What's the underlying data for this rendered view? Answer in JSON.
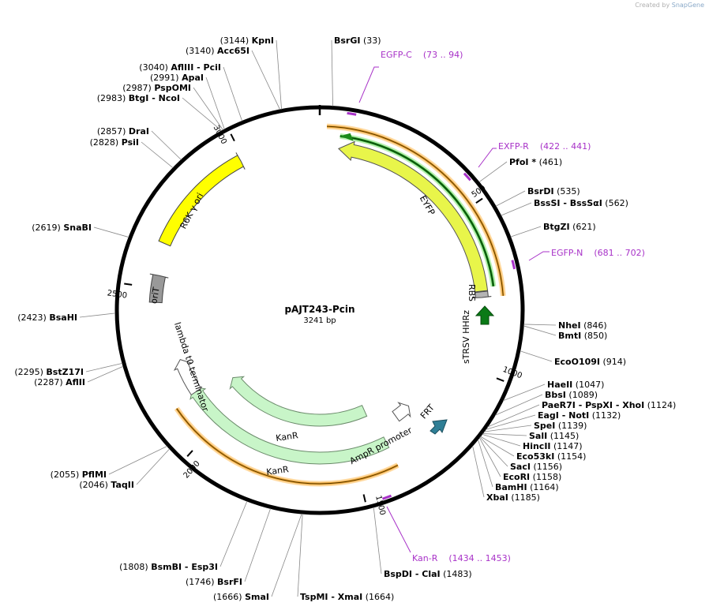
{
  "credit": {
    "prefix": "Created by",
    "brand": "SnapGene"
  },
  "plasmid": {
    "name": "pAJT243-Pcin",
    "length_text": "3241 bp",
    "length": 3241
  },
  "ticks": [
    {
      "bp": 500,
      "label": "500"
    },
    {
      "bp": 1000,
      "label": "1000"
    },
    {
      "bp": 1500,
      "label": "1500"
    },
    {
      "bp": 2000,
      "label": "2000"
    },
    {
      "bp": 2500,
      "label": "2500"
    },
    {
      "bp": 3000,
      "label": "3000"
    }
  ],
  "sites": [
    {
      "text_pos": "(3144)",
      "names": [
        "KpnI"
      ],
      "bp": 3144
    },
    {
      "text_pos": "(3140)",
      "names": [
        "Acc65I"
      ],
      "bp": 3140
    },
    {
      "text_pos": "(3040)",
      "names": [
        "AflIII",
        "PciI"
      ],
      "bp": 3040
    },
    {
      "text_pos": "(2991)",
      "names": [
        "ApaI"
      ],
      "bp": 2991
    },
    {
      "text_pos": "(2987)",
      "names": [
        "PspOMI"
      ],
      "bp": 2987
    },
    {
      "text_pos": "(2983)",
      "names": [
        "BtgI",
        "NcoI"
      ],
      "bp": 2983
    },
    {
      "text_pos": "(2857)",
      "names": [
        "DraI"
      ],
      "bp": 2857
    },
    {
      "text_pos": "(2828)",
      "names": [
        "PsiI"
      ],
      "bp": 2828
    },
    {
      "text_pos": "(2619)",
      "names": [
        "SnaBI"
      ],
      "bp": 2619
    },
    {
      "text_pos": "(2423)",
      "names": [
        "BsaHI"
      ],
      "bp": 2423
    },
    {
      "text_pos": "(2295)",
      "names": [
        "BstZ17I"
      ],
      "bp": 2295
    },
    {
      "text_pos": "(2287)",
      "names": [
        "AflII"
      ],
      "bp": 2287
    },
    {
      "text_pos": "(2055)",
      "names": [
        "PflMI"
      ],
      "bp": 2055
    },
    {
      "text_pos": "(2046)",
      "names": [
        "TaqII"
      ],
      "bp": 2046
    },
    {
      "text_pos": "(1808)",
      "names": [
        "BsmBI",
        "Esp3I"
      ],
      "bp": 1808
    },
    {
      "text_pos": "(1746)",
      "names": [
        "BsrFI"
      ],
      "bp": 1746
    },
    {
      "text_pos": "(1666)",
      "names": [
        "SmaI"
      ],
      "bp": 1666
    },
    {
      "text_pos": "(1664)",
      "names": [
        "TspMI",
        "XmaI"
      ],
      "bp": 1664
    },
    {
      "text_pos": "(1483)",
      "names": [
        "BspDI",
        "ClaI"
      ],
      "bp": 1483
    },
    {
      "text_pos": "(33)",
      "names": [
        "BsrGI"
      ],
      "bp": 33
    },
    {
      "text_pos": "(461)",
      "names": [
        "PfoI *"
      ],
      "bp": 461
    },
    {
      "text_pos": "(535)",
      "names": [
        "BsrDI"
      ],
      "bp": 535
    },
    {
      "text_pos": "(562)",
      "names": [
        "BssSI",
        "BssSαI"
      ],
      "bp": 562
    },
    {
      "text_pos": "(621)",
      "names": [
        "BtgZI"
      ],
      "bp": 621
    },
    {
      "text_pos": "(846)",
      "names": [
        "NheI"
      ],
      "bp": 846
    },
    {
      "text_pos": "(850)",
      "names": [
        "BmtI"
      ],
      "bp": 850
    },
    {
      "text_pos": "(914)",
      "names": [
        "EcoO109I"
      ],
      "bp": 914
    },
    {
      "text_pos": "(1047)",
      "names": [
        "HaeII"
      ],
      "bp": 1047
    },
    {
      "text_pos": "(1089)",
      "names": [
        "BbsI"
      ],
      "bp": 1089
    },
    {
      "text_pos": "(1124)",
      "names": [
        "PaeR7I",
        "PspXI",
        "XhoI"
      ],
      "bp": 1124
    },
    {
      "text_pos": "(1132)",
      "names": [
        "EagI",
        "NotI"
      ],
      "bp": 1132
    },
    {
      "text_pos": "(1139)",
      "names": [
        "SpeI"
      ],
      "bp": 1139
    },
    {
      "text_pos": "(1145)",
      "names": [
        "SalI"
      ],
      "bp": 1145
    },
    {
      "text_pos": "(1147)",
      "names": [
        "HincII"
      ],
      "bp": 1147
    },
    {
      "text_pos": "(1154)",
      "names": [
        "Eco53kI"
      ],
      "bp": 1154
    },
    {
      "text_pos": "(1156)",
      "names": [
        "SacI"
      ],
      "bp": 1156
    },
    {
      "text_pos": "(1158)",
      "names": [
        "EcoRI"
      ],
      "bp": 1158
    },
    {
      "text_pos": "(1164)",
      "names": [
        "BamHI"
      ],
      "bp": 1164
    },
    {
      "text_pos": "(1185)",
      "names": [
        "XbaI"
      ],
      "bp": 1185
    }
  ],
  "primers": [
    {
      "name": "EGFP-C",
      "range": "(73 .. 94)"
    },
    {
      "name": "EXFP-R",
      "range": "(422 .. 441)"
    },
    {
      "name": "EGFP-N",
      "range": "(681 .. 702)"
    },
    {
      "name": "Kan-R",
      "range": "(1434 .. 1453)"
    }
  ],
  "features": [
    {
      "name": "EYFP",
      "type": "CDS",
      "color": "#e8f54a"
    },
    {
      "name": "RBS",
      "type": "RBS",
      "color": "#b4b4b4"
    },
    {
      "name": "sTRSV HHRz",
      "type": "ribozyme",
      "color": "#0a7a16"
    },
    {
      "name": "FRT",
      "type": "protein_bind",
      "color": "#2f7f96"
    },
    {
      "name": "AmpR promoter",
      "type": "promoter",
      "color": "#ffffff"
    },
    {
      "name": "KanR",
      "type": "CDS",
      "color": "#c8f5c8"
    },
    {
      "name": "KanR",
      "type": "CDS",
      "color": "#c8f5c8"
    },
    {
      "name": "lambda t0 terminator",
      "type": "terminator",
      "color": "#ffffff"
    },
    {
      "name": "oriT",
      "type": "oriT",
      "color": "#999999"
    },
    {
      "name": "R6K γ ori",
      "type": "rep_origin",
      "color": "#ffff00"
    }
  ],
  "colors": {
    "primer": "#a832c8",
    "orange_band": "#e8a130",
    "leader": "#888888"
  }
}
